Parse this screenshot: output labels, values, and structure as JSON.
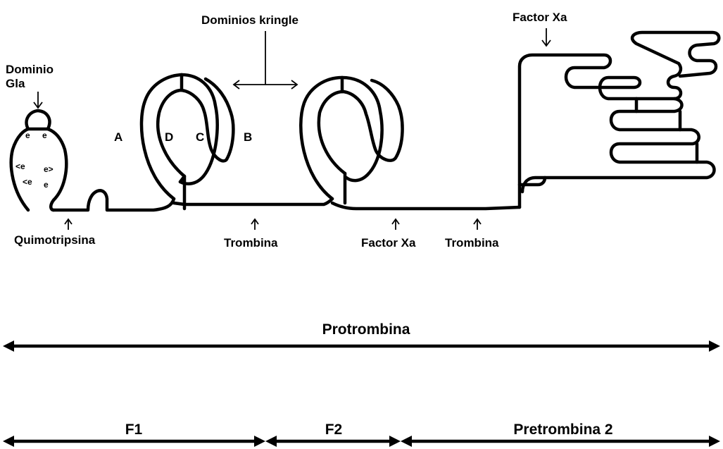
{
  "labels": {
    "dominio_gla_line1": "Dominio",
    "dominio_gla_line2": "Gla",
    "dominios_kringle": "Dominios kringle",
    "factor_xa_top": "Factor Xa",
    "quimotripsina": "Quimotripsina",
    "trombina_1": "Trombina",
    "factor_xa_bottom": "Factor Xa",
    "trombina_2": "Trombina",
    "disulfide_a": "A",
    "disulfide_d": "D",
    "disulfide_c": "C",
    "disulfide_b": "B"
  },
  "gla_marks": [
    "e",
    "e",
    "<e",
    "e>",
    "<e",
    "e"
  ],
  "ranges": {
    "protrombina": "Protrombina",
    "f1": "F1",
    "f2": "F2",
    "pretrombina2": "Pretrombina 2"
  }
}
